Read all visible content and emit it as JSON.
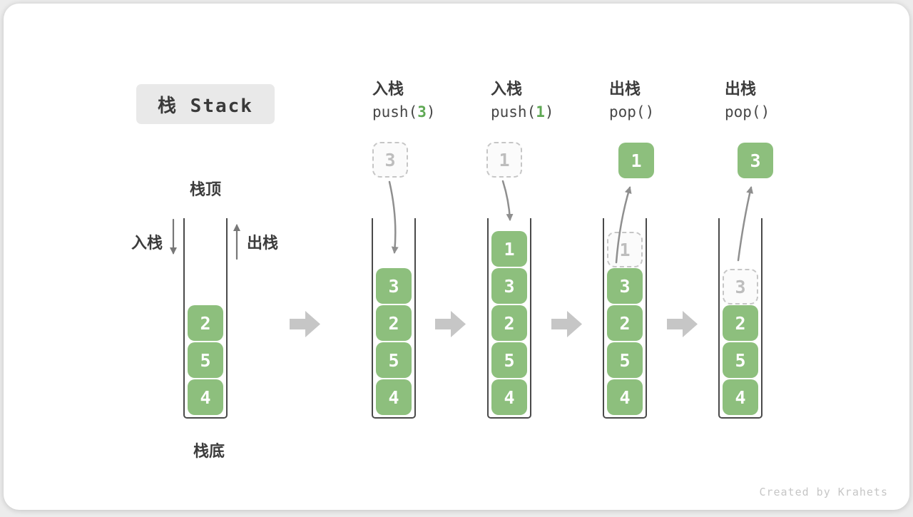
{
  "title": "栈 Stack",
  "credit": "Created by Krahets",
  "legend": {
    "stack_top": "栈顶",
    "stack_bottom": "栈底",
    "push_side": "入栈",
    "pop_side": "出栈"
  },
  "stages": [
    {
      "name": "initial",
      "items": [
        "2",
        "5",
        "4"
      ]
    },
    {
      "name": "push-3",
      "op_label": "入栈",
      "code_prefix": "push(",
      "code_arg": "3",
      "code_suffix": ")",
      "floating_value": "3",
      "items": [
        "3",
        "2",
        "5",
        "4"
      ]
    },
    {
      "name": "push-1",
      "op_label": "入栈",
      "code_prefix": "push(",
      "code_arg": "1",
      "code_suffix": ")",
      "floating_value": "1",
      "items": [
        "1",
        "3",
        "2",
        "5",
        "4"
      ]
    },
    {
      "name": "pop-1",
      "op_label": "出栈",
      "code_prefix": "pop(",
      "code_arg": "",
      "code_suffix": ")",
      "floating_value": "1",
      "ghost_value": "1",
      "items": [
        "3",
        "2",
        "5",
        "4"
      ]
    },
    {
      "name": "pop-3",
      "op_label": "出栈",
      "code_prefix": "pop(",
      "code_arg": "",
      "code_suffix": ")",
      "floating_value": "3",
      "ghost_value": "3",
      "items": [
        "2",
        "5",
        "4"
      ]
    }
  ],
  "colors": {
    "green": "#8dbf7d",
    "green_dark": "#5fa854",
    "block_arrow": "#c6c6c6",
    "arrow": "#8f8f8f"
  }
}
